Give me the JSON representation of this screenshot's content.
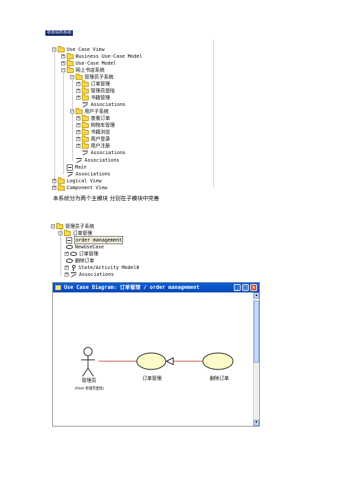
{
  "tree1": {
    "root_title": "项目结构系统",
    "items": [
      {
        "label": "Use Case View"
      },
      {
        "label": "Business Use-Case Model"
      },
      {
        "label": "Use-Case Model"
      },
      {
        "label": "网上书店系统"
      },
      {
        "label": "管理员子系统"
      },
      {
        "label": "订单管理"
      },
      {
        "label": "管理员登陆"
      },
      {
        "label": "书籍管理"
      },
      {
        "label": "Associations"
      },
      {
        "label": "用户子系统"
      },
      {
        "label": "查看订单"
      },
      {
        "label": "购物车管理"
      },
      {
        "label": "书籍浏览"
      },
      {
        "label": "用户登录"
      },
      {
        "label": "用户注册"
      },
      {
        "label": "Associations"
      },
      {
        "label": "Associations"
      },
      {
        "label": "Main"
      },
      {
        "label": "Associations"
      },
      {
        "label": "Logical View"
      },
      {
        "label": "Component View"
      }
    ]
  },
  "caption": "本系统分为两个主模块   分别在子模块中完善",
  "tree2": {
    "items": [
      {
        "label": "管理员子系统"
      },
      {
        "label": "订单管理"
      },
      {
        "label": "order management"
      },
      {
        "label": "NewUseCase"
      },
      {
        "label": "订单管理"
      },
      {
        "label": "删除订单"
      },
      {
        "label": "State/Activity Model8"
      },
      {
        "label": "Associations"
      }
    ]
  },
  "diagram_window": {
    "title": "Use Case Diagram: 订单管理 / order management",
    "buttons": {
      "minimize": "_",
      "maximize": "□",
      "close": "×"
    },
    "actor": {
      "name": "管理员",
      "from": "(from 管理员登陆)"
    },
    "usecases": [
      {
        "name": "订单管理"
      },
      {
        "name": "删除订单"
      }
    ],
    "colors": {
      "usecase_fill": "#fdfbc8",
      "association": "#c0392b",
      "titlebar": "#0a5fd8"
    }
  }
}
